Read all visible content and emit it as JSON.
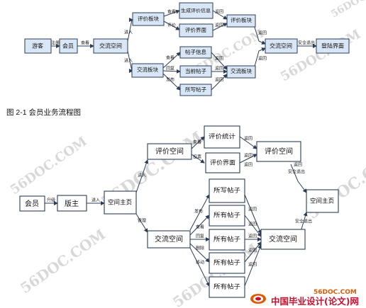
{
  "diagram1": {
    "nodes": [
      {
        "id": "youke",
        "label": "游客"
      },
      {
        "id": "huiyuan",
        "label": "会员"
      },
      {
        "id": "jiaoliu",
        "label": "交流空间"
      },
      {
        "id": "pingjia_bk",
        "label": "评价板块"
      },
      {
        "id": "shengcheng",
        "label": "生成评价信息"
      },
      {
        "id": "pingjia_jm",
        "label": "评价界面"
      },
      {
        "id": "pingjia_bk2",
        "label": "评价板块"
      },
      {
        "id": "jiaoliu_bk",
        "label": "交流板块"
      },
      {
        "id": "tiezi_xx",
        "label": "帖子信息"
      },
      {
        "id": "dangqian",
        "label": "当前帖子"
      },
      {
        "id": "suoxie",
        "label": "所写帖子"
      },
      {
        "id": "jiaoliu_bk2",
        "label": "交流板块"
      },
      {
        "id": "jiaoliu2",
        "label": "交流空间"
      },
      {
        "id": "denglu",
        "label": "登陆界面"
      }
    ],
    "edge_labels": [
      {
        "id": "zhuce",
        "label": "注册"
      },
      {
        "id": "chakan_a",
        "label": "查看"
      },
      {
        "id": "jinru_a",
        "label": "进入"
      },
      {
        "id": "chakan_b",
        "label": "查看"
      },
      {
        "id": "pingjia",
        "label": "评价"
      },
      {
        "id": "fanhui_a",
        "label": "返回"
      },
      {
        "id": "fanhui_b",
        "label": "返回"
      },
      {
        "id": "fanhui_c",
        "label": "返回"
      },
      {
        "id": "jinru_b",
        "label": "进入"
      },
      {
        "id": "chakan_c",
        "label": "查看"
      },
      {
        "id": "huifu",
        "label": "回复"
      },
      {
        "id": "fabu",
        "label": "发布"
      },
      {
        "id": "fanhui_d",
        "label": "返回"
      },
      {
        "id": "fanhui_e",
        "label": "返回"
      },
      {
        "id": "fanhui_f",
        "label": "返回"
      },
      {
        "id": "fanhui_g",
        "label": "返回"
      },
      {
        "id": "anquan",
        "label": "安全退出"
      }
    ]
  },
  "caption": "图 2-1  会员业务流程图",
  "diagram2": {
    "nodes": [
      {
        "id": "huiyuan",
        "label": "会员"
      },
      {
        "id": "banzhu",
        "label": "版主"
      },
      {
        "id": "kongjian_zhuye",
        "label": "空间主页"
      },
      {
        "id": "pingjia_kj",
        "label": "评价空间"
      },
      {
        "id": "pingjia_tj",
        "label": "评价统计"
      },
      {
        "id": "pingjia_jm",
        "label": "评价界面"
      },
      {
        "id": "pingjia_kj2",
        "label": "评价空间"
      },
      {
        "id": "jiaoliu_kj",
        "label": "交流空间"
      },
      {
        "id": "suoxie",
        "label": "所写帖子"
      },
      {
        "id": "suoyou1",
        "label": "所有帖子"
      },
      {
        "id": "suoyou2",
        "label": "所有帖子"
      },
      {
        "id": "suoyou3",
        "label": "所有帖子"
      },
      {
        "id": "suoyou4",
        "label": "所有帖子"
      },
      {
        "id": "jiaoliu_kj2",
        "label": "交流空间"
      },
      {
        "id": "kongjian_zhuye2",
        "label": "空间主页"
      }
    ],
    "edge_labels": [
      {
        "id": "shengji",
        "label": "升级"
      },
      {
        "id": "jinru_a",
        "label": "进入"
      },
      {
        "id": "jinru_b",
        "label": "进入"
      },
      {
        "id": "guanli",
        "label": "管理"
      },
      {
        "id": "chakan_a",
        "label": "查看"
      },
      {
        "id": "toupiao",
        "label": "投票"
      },
      {
        "id": "fanhui_a",
        "label": "返回"
      },
      {
        "id": "fanhui_b",
        "label": "返回"
      },
      {
        "id": "fanhui_c",
        "label": "返回"
      },
      {
        "id": "fabu",
        "label": "发布"
      },
      {
        "id": "chakan_b",
        "label": "查看"
      },
      {
        "id": "huifu",
        "label": "回复"
      },
      {
        "id": "shanchu",
        "label": "删除"
      },
      {
        "id": "yidong",
        "label": "移动"
      },
      {
        "id": "fanhui_d",
        "label": "返回"
      },
      {
        "id": "fanhui_e",
        "label": "返回"
      },
      {
        "id": "fanhui_f",
        "label": "返回"
      },
      {
        "id": "fanhui_g",
        "label": "返回"
      },
      {
        "id": "fanhui_h",
        "label": "返回"
      },
      {
        "id": "fanhui_i",
        "label": "返回"
      },
      {
        "id": "anquan_a",
        "label": "安全退出"
      },
      {
        "id": "anquan_b",
        "label": "安全退出"
      }
    ]
  },
  "watermarks": [
    "56DOC.COM",
    "56DOC.COM",
    "56DOC.COM",
    "56DOC.COM",
    "56DOC.COM",
    "56DOC.COM",
    "56DOC.COM",
    "56DOC.COM"
  ],
  "brand": {
    "domain": "56DOC.COM",
    "name": "中国毕业设计(论文)网"
  }
}
